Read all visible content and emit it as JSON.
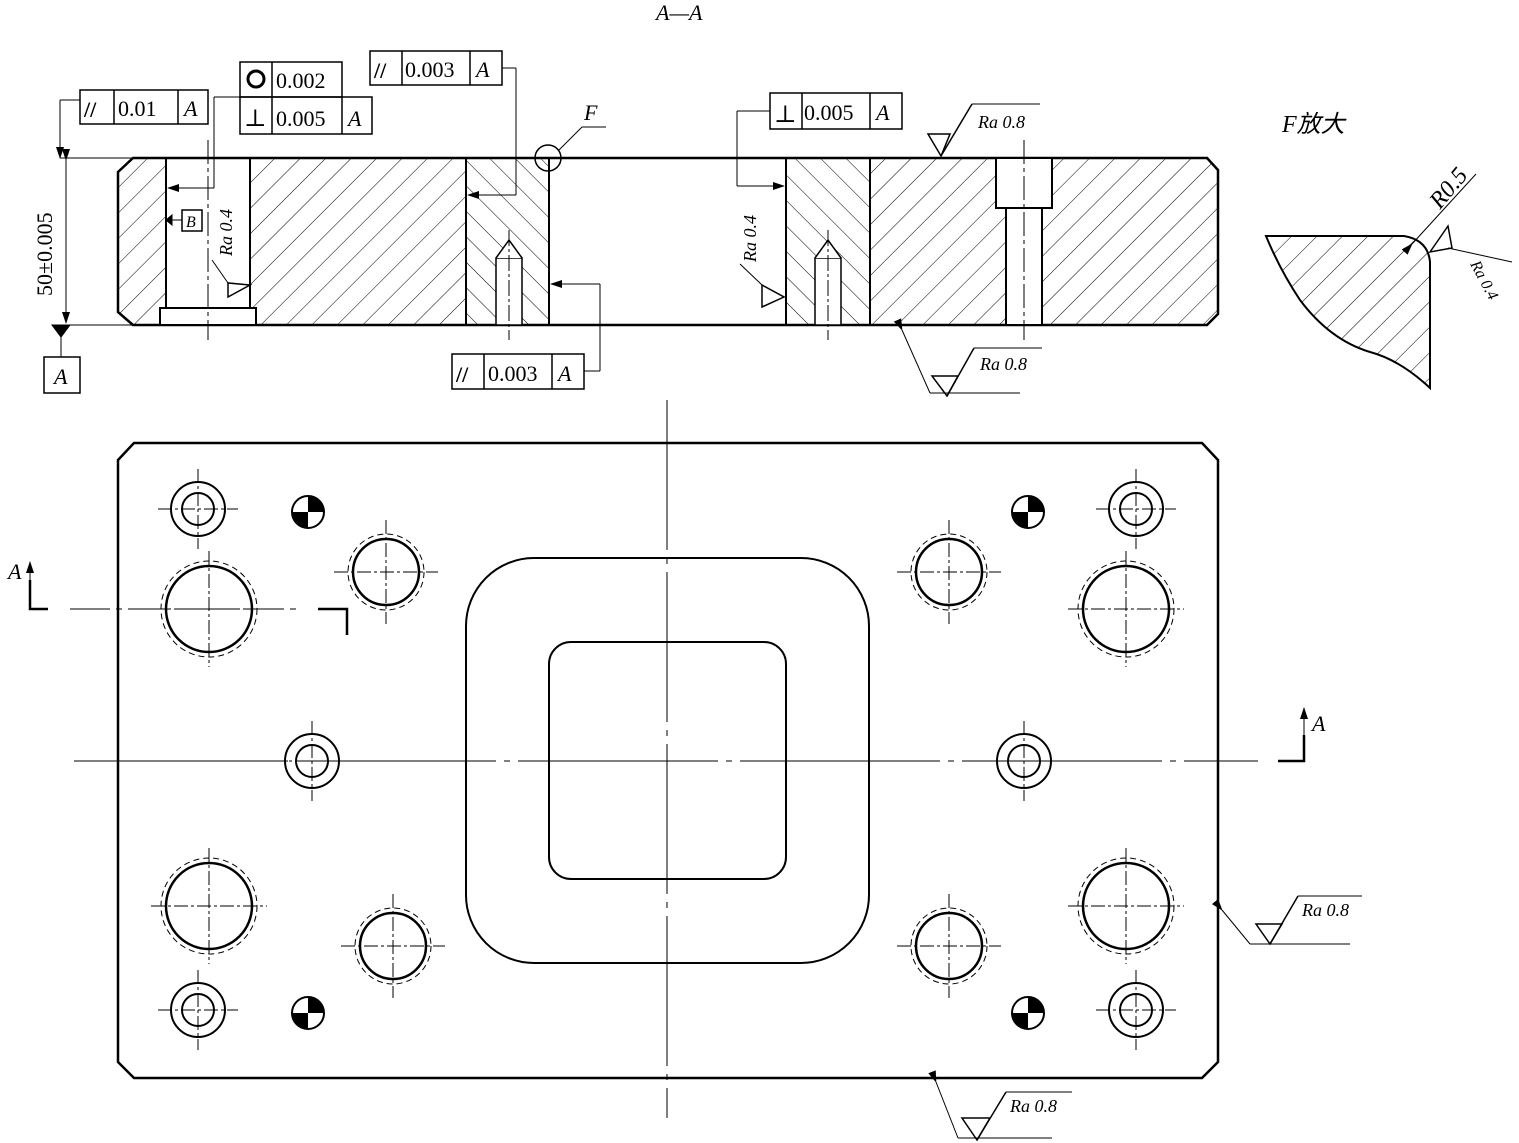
{
  "section_title": "A—A",
  "detail_title": "F放大",
  "detail_radius": "R0.5",
  "dimension_height": "50±0.005",
  "datum_a": "A",
  "datum_b": "B",
  "detail_marker": "F",
  "section_arrow_left": "A",
  "section_arrow_right": "A",
  "roughness": {
    "ra08_top": "Ra 0.8",
    "ra08_bottom_section": "Ra 0.8",
    "ra08_plan_right": "Ra 0.8",
    "ra08_plan_bottom": "Ra 0.8",
    "ra04_left_bore": "Ra 0.4",
    "ra04_right_bore": "Ra 0.4",
    "ra04_detail": "Ra 0.4"
  },
  "tolerance_frames": [
    {
      "id": "parallel-0.01",
      "symbol": "//",
      "value": "0.01",
      "datum": "A"
    },
    {
      "id": "circularity-0.002",
      "symbol": "○",
      "value": "0.002",
      "datum": ""
    },
    {
      "id": "perpendicular-0.005-left",
      "symbol": "⊥",
      "value": "0.005",
      "datum": "A"
    },
    {
      "id": "parallel-0.003-top",
      "symbol": "//",
      "value": "0.003",
      "datum": "A"
    },
    {
      "id": "perpendicular-0.005-right",
      "symbol": "⊥",
      "value": "0.005",
      "datum": "A"
    },
    {
      "id": "parallel-0.003-bottom",
      "symbol": "//",
      "value": "0.003",
      "datum": "A"
    }
  ]
}
